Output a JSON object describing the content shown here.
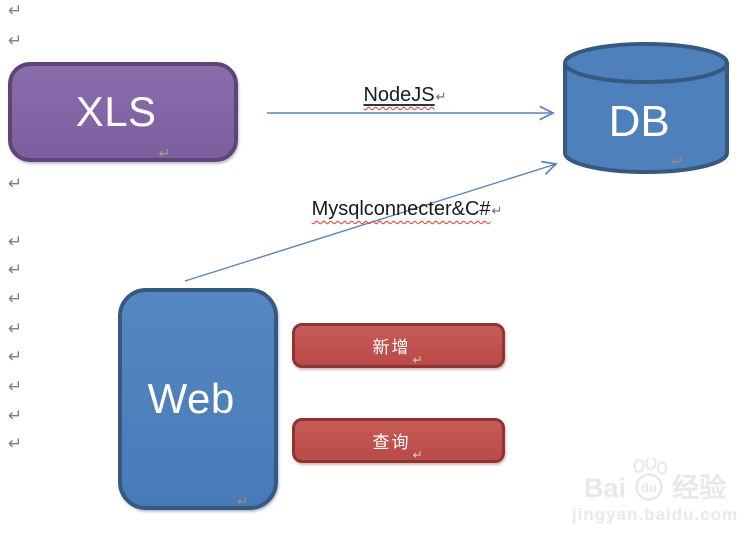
{
  "marks": {
    "glyph": "↵"
  },
  "shapes": {
    "xls": {
      "label": "XLS"
    },
    "db": {
      "label": "DB"
    },
    "web": {
      "label": "Web"
    },
    "btn_add": {
      "label": "新增"
    },
    "btn_query": {
      "label": "查询"
    }
  },
  "arrows": {
    "nodejs": {
      "label": "NodeJS"
    },
    "mysql": {
      "label": "Mysqlconnecter&C#"
    }
  },
  "watermark": {
    "brand_latin": "Bai",
    "brand_du": "du",
    "brand_cn": "经验",
    "url": "jingyan.baidu.com"
  },
  "colors": {
    "page_bg": "#ffffff",
    "purple_fill": "#8365A5",
    "purple_border": "#5B4676",
    "blue_fill": "#4E80BC",
    "blue_border": "#36597F",
    "red_fill": "#C0504D",
    "red_border": "#8E3432",
    "arrow_color": "#5B84B8",
    "mark_gray": "#7f7f7f",
    "label_text": "#1a1a1a",
    "wavy_red": "#E8392E",
    "watermark_gray": "#e8e8e8"
  }
}
